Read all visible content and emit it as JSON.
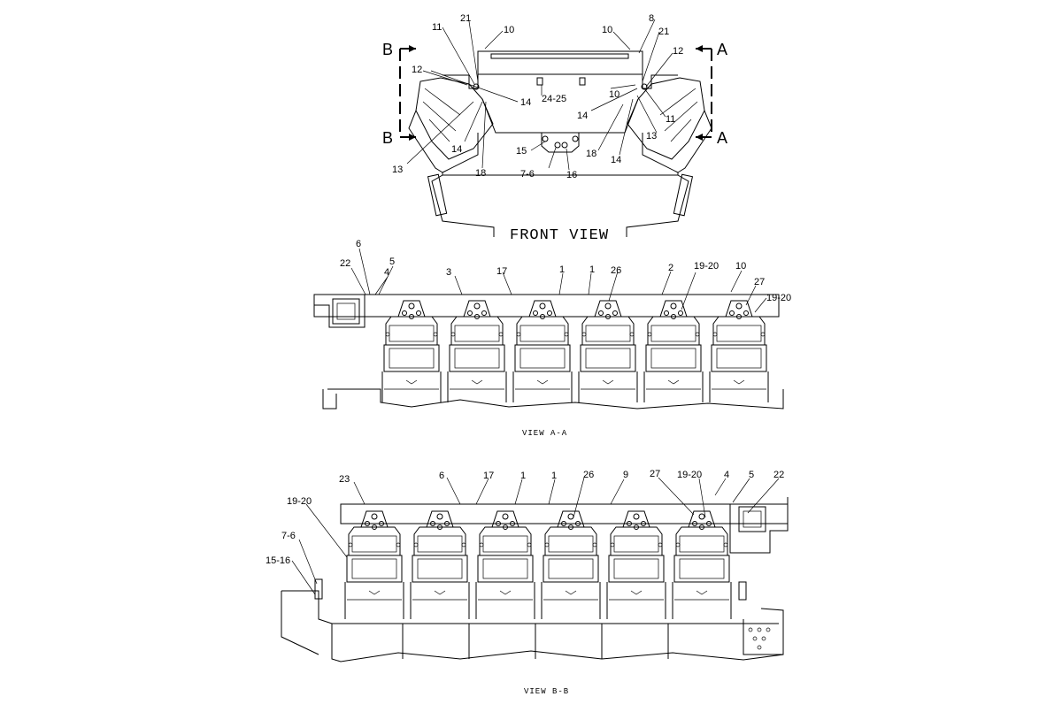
{
  "front_view": {
    "title": "FRONT VIEW",
    "section_markers": {
      "left_top": "B",
      "left_bottom": "B",
      "right_top": "A",
      "right_bottom": "A"
    },
    "callouts": [
      "21",
      "11",
      "10",
      "10",
      "8",
      "21",
      "12",
      "12",
      "10",
      "14",
      "24-25",
      "14",
      "11",
      "13",
      "13",
      "14",
      "18",
      "18",
      "14",
      "15",
      "7-6",
      "16"
    ]
  },
  "view_a": {
    "title": "VIEW A-A",
    "callouts": [
      "6",
      "5",
      "22",
      "4",
      "3",
      "17",
      "1",
      "1",
      "26",
      "2",
      "19-20",
      "10",
      "27",
      "19-20"
    ]
  },
  "view_b": {
    "title": "VIEW B-B",
    "callouts": [
      "23",
      "6",
      "17",
      "1",
      "1",
      "26",
      "9",
      "27",
      "19-20",
      "4",
      "5",
      "22",
      "19-20",
      "7-6",
      "15-16"
    ]
  }
}
